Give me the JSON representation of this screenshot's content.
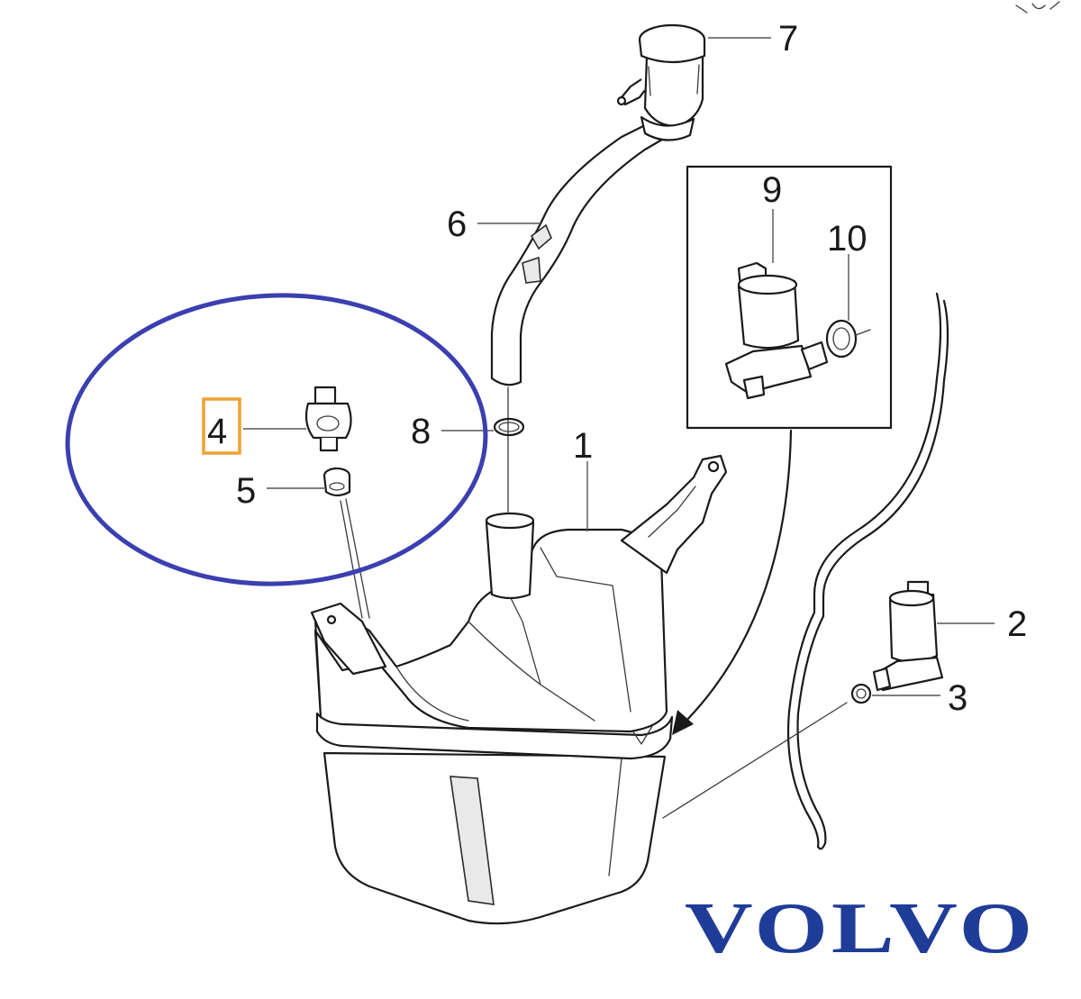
{
  "brand": {
    "logo_text": "VOLVO",
    "logo_color": "#1f3c98"
  },
  "callouts": {
    "tank": "1",
    "pump_right": "2",
    "grommet_right": "3",
    "pump_left": "4",
    "grommet_left": "5",
    "filler_hose": "6",
    "filler_cap": "7",
    "o_ring": "8",
    "inset_pump": "9",
    "inset_seal": "10"
  },
  "highlight": {
    "ellipse_color": "#3b3fb0",
    "box_color": "#f0a030"
  }
}
